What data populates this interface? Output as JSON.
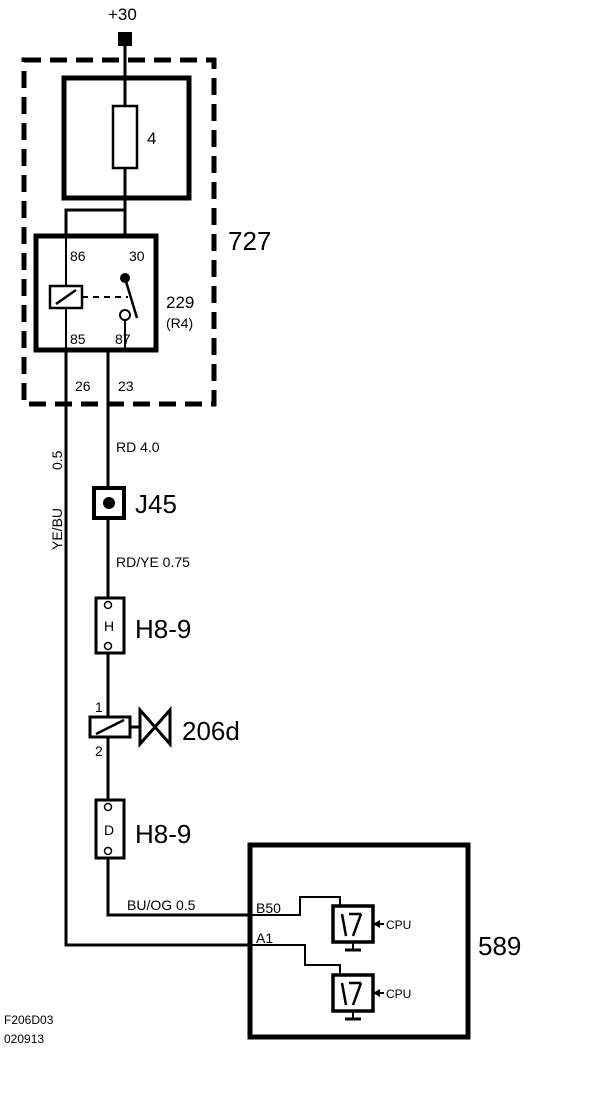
{
  "supply": {
    "label": "+30"
  },
  "fuse": {
    "number": "4"
  },
  "relay_box": {
    "label": "727"
  },
  "relay": {
    "label": "229",
    "sublabel": "(R4)",
    "pins": {
      "p86": "86",
      "p30": "30",
      "p85": "85",
      "p87": "87"
    },
    "box_pins": {
      "left": "26",
      "right": "23"
    }
  },
  "wires": {
    "rd": "RD  4.0",
    "rd_ye": "RD/YE  0.75",
    "ye_bu_color": "YE/BU",
    "ye_bu_size": "0.5",
    "bu_og": "BU/OG  0.5"
  },
  "splice": {
    "label": "J45"
  },
  "connector_h": {
    "letter": "H",
    "label": "H8-9"
  },
  "valve": {
    "label": "206d",
    "pin1": "1",
    "pin2": "2"
  },
  "connector_d": {
    "letter": "D",
    "label": "H8-9"
  },
  "control_unit": {
    "label": "589",
    "pin_b50": "B50",
    "pin_a1": "A1",
    "cpu1": "CPU",
    "cpu2": "CPU"
  },
  "footer": {
    "code": "F206D03",
    "date": "020913"
  }
}
